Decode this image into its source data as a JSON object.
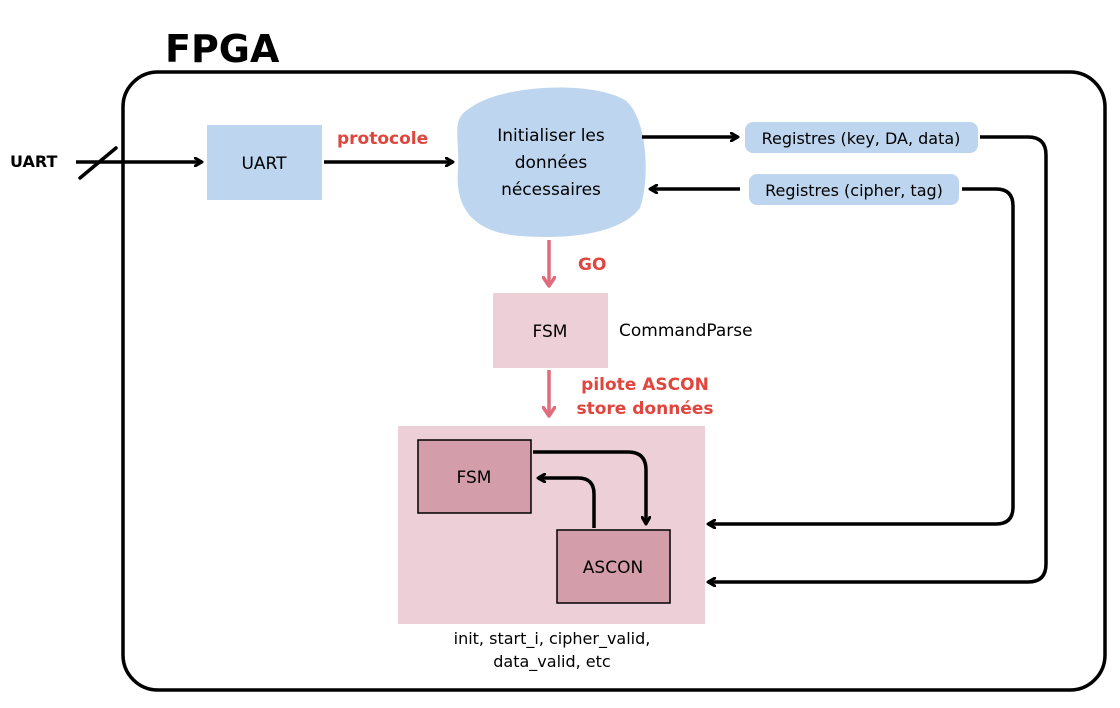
{
  "title": "FPGA",
  "external": {
    "uart_label": "UART"
  },
  "blocks": {
    "uart": "UART",
    "init": [
      "Initialiser les",
      "données",
      "nécessaires"
    ],
    "fsm_top": "FSM",
    "fsm_inner": "FSM",
    "ascon": "ASCON"
  },
  "registers": {
    "in": "Registres (key, DA, data)",
    "out": "Registres (cipher, tag)"
  },
  "labels": {
    "protocole": "protocole",
    "go": "GO",
    "pilote_1": "pilote ASCON",
    "pilote_2": "store  données",
    "command_parse": "CommandParse",
    "signals_1": "init, start_i, cipher_valid,",
    "signals_2": "data_valid, etc"
  },
  "colors": {
    "blue": "#bdd5ee",
    "pink_light": "#eccfd7",
    "pink_box": "#d39eaa",
    "red_text": "#e0453e",
    "pink_arrow": "#e06b7b",
    "black": "#000000"
  }
}
